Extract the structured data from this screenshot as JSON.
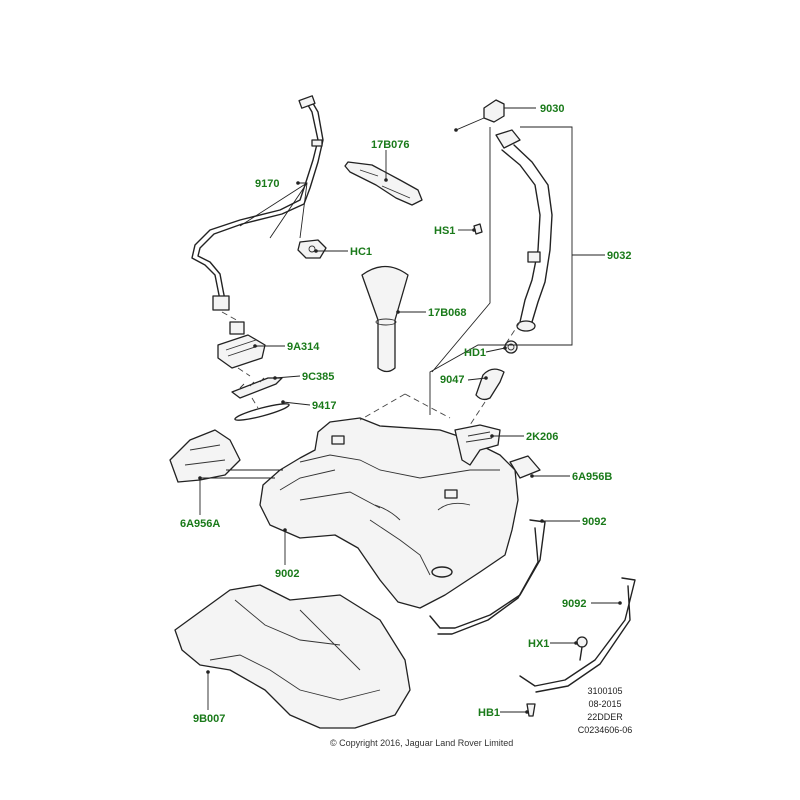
{
  "callouts": {
    "c9030": "9030",
    "c17B076": "17B076",
    "c9170": "9170",
    "cHS1": "HS1",
    "c9032": "9032",
    "cHC1": "HC1",
    "c17B068": "17B068",
    "c9A314": "9A314",
    "cHD1": "HD1",
    "c9C385": "9C385",
    "c9047": "9047",
    "c9417": "9417",
    "c2K206": "2K206",
    "c6A956B": "6A956B",
    "c6A956A": "6A956A",
    "c9092a": "9092",
    "c9002": "9002",
    "c9092b": "9092",
    "cHX1": "HX1",
    "c9B007": "9B007",
    "cHB1": "HB1"
  },
  "reference": {
    "line1": "3100105",
    "line2": "08-2015",
    "line3": "22DDER",
    "line4": "C0234606-06"
  },
  "copyright": "© Copyright 2016, Jaguar Land Rover Limited",
  "colors": {
    "callout_text": "#1a7a1a",
    "line_art": "#222222"
  }
}
